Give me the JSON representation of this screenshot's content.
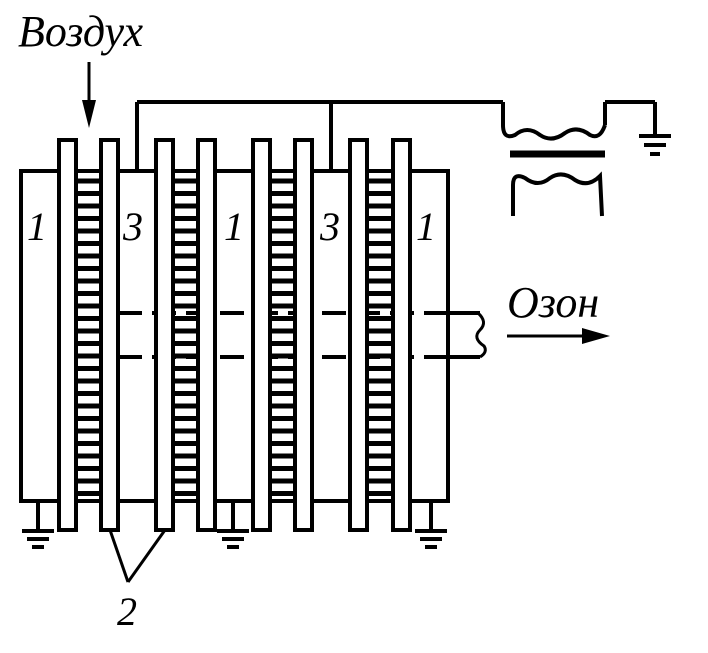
{
  "diagram": {
    "labels": {
      "air": "Воздух",
      "ozone": "Озон",
      "electrode_1a": "1",
      "electrode_3a": "3",
      "electrode_1b": "1",
      "electrode_3b": "3",
      "electrode_1c": "1",
      "dielectric_2": "2"
    },
    "colors": {
      "stroke": "#000000",
      "background": "#ffffff"
    }
  }
}
